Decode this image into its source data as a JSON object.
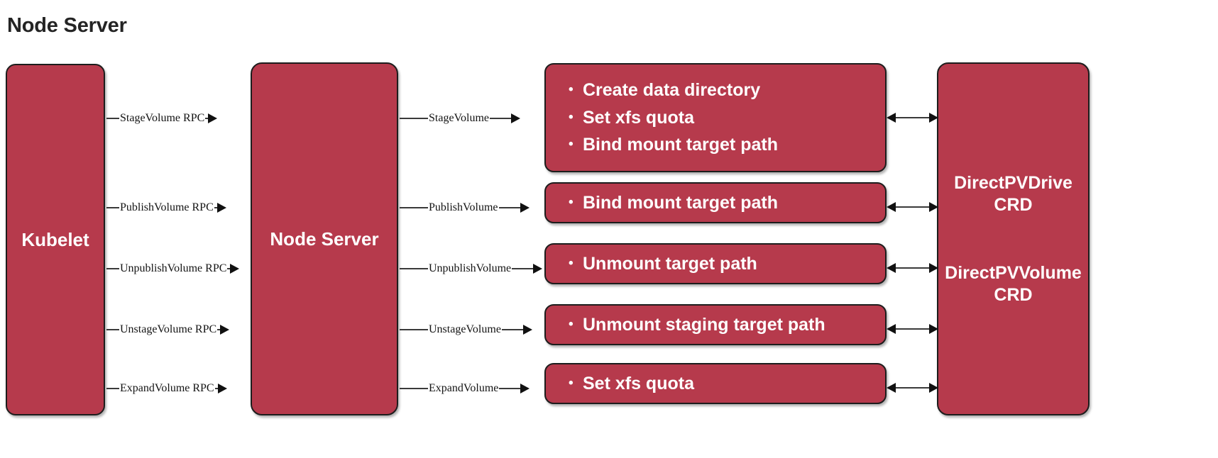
{
  "page": {
    "title": "Node Server",
    "accent_color": "#b63a4c",
    "border_color": "#1d1d1d",
    "background_color": "#ffffff",
    "text_color": "#ffffff",
    "title_color": "#242424"
  },
  "nodes": {
    "kubelet": {
      "label": "Kubelet"
    },
    "node_server": {
      "label": "Node Server"
    },
    "crd": {
      "labels": [
        "DirectPVDrive\nCRD",
        "DirectPVVolume\nCRD"
      ]
    }
  },
  "rows": [
    {
      "rpc_label": "StageVolume RPC",
      "internal_label": "StageVolume",
      "actions": [
        "Create data directory",
        "Set xfs quota",
        "Bind mount target path"
      ],
      "crd_link": "bidirectional"
    },
    {
      "rpc_label": "PublishVolume RPC",
      "internal_label": "PublishVolume",
      "actions": [
        "Bind mount target path"
      ],
      "crd_link": "bidirectional"
    },
    {
      "rpc_label": "UnpublishVolume RPC",
      "internal_label": "UnpublishVolume",
      "actions": [
        "Unmount target path"
      ],
      "crd_link": "bidirectional"
    },
    {
      "rpc_label": "UnstageVolume RPC",
      "internal_label": "UnstageVolume",
      "actions": [
        "Unmount staging target path"
      ],
      "crd_link": "bidirectional"
    },
    {
      "rpc_label": "ExpandVolume RPC",
      "internal_label": "ExpandVolume",
      "actions": [
        "Set xfs quota"
      ],
      "crd_link": "bidirectional"
    }
  ],
  "bullet_glyph": "•"
}
